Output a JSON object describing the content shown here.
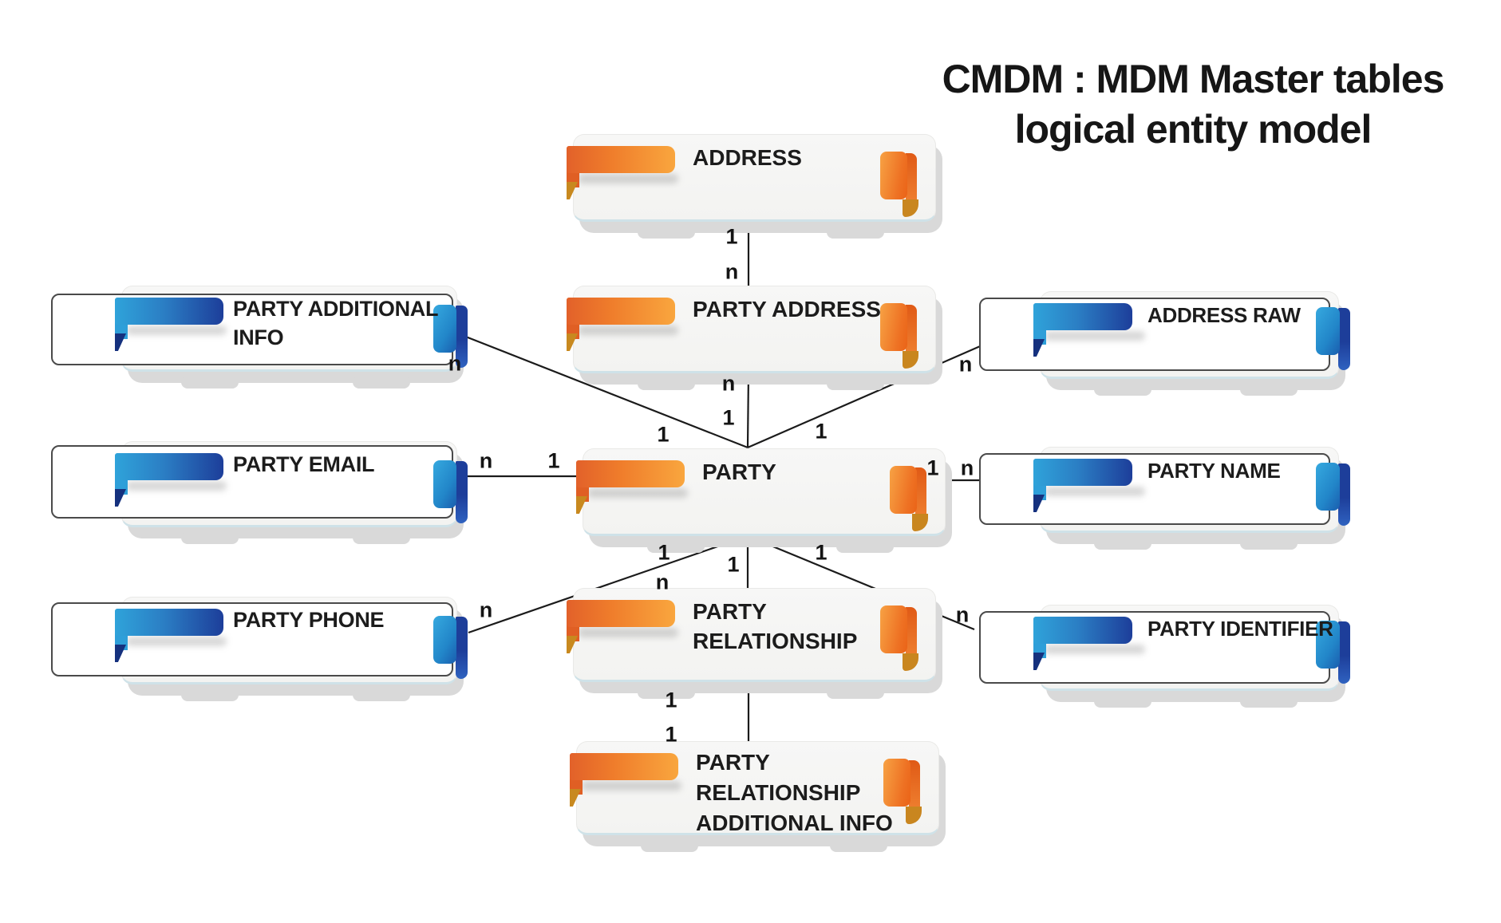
{
  "title": {
    "line1": "CMDM : MDM Master tables",
    "line2": "logical entity model"
  },
  "entities": {
    "address": {
      "label": "ADDRESS",
      "accent": "orange"
    },
    "party_address": {
      "label": "PARTY ADDRESS",
      "accent": "orange"
    },
    "party": {
      "label": "PARTY",
      "accent": "orange"
    },
    "party_relationship": {
      "label": "PARTY RELATIONSHIP",
      "accent": "orange"
    },
    "party_relationship_additional_info": {
      "label": "PARTY RELATIONSHIP ADDITIONAL INFO",
      "accent": "orange"
    },
    "party_additional_info": {
      "label": "PARTY ADDITIONAL INFO",
      "accent": "blue"
    },
    "party_email": {
      "label": "PARTY EMAIL",
      "accent": "blue"
    },
    "party_phone": {
      "label": "PARTY PHONE",
      "accent": "blue"
    },
    "address_raw": {
      "label": "ADDRESS RAW",
      "accent": "blue"
    },
    "party_name": {
      "label": "PARTY NAME",
      "accent": "blue"
    },
    "party_identifier": {
      "label": "PARTY IDENTIFIER",
      "accent": "blue"
    }
  },
  "connections": [
    {
      "from": "address",
      "to": "party_address",
      "from_card": "1",
      "to_card": "n"
    },
    {
      "from": "party_address",
      "to": "party",
      "from_card": "n",
      "to_card": "1"
    },
    {
      "from": "party_additional_info",
      "to": "party",
      "from_card": "n",
      "to_card": "1"
    },
    {
      "from": "address_raw",
      "to": "party",
      "from_card": "n",
      "to_card": "1"
    },
    {
      "from": "party_email",
      "to": "party",
      "from_card": "n",
      "to_card": "1"
    },
    {
      "from": "party",
      "to": "party_name",
      "from_card": "1",
      "to_card": "n"
    },
    {
      "from": "party",
      "to": "party_phone",
      "from_card": "1",
      "to_card": "n"
    },
    {
      "from": "party",
      "to": "party_relationship",
      "from_card": "1",
      "to_card": "n"
    },
    {
      "from": "party",
      "to": "party_identifier",
      "from_card": "1",
      "to_card": "n"
    },
    {
      "from": "party_relationship",
      "to": "party_relationship_additional_info",
      "from_card": "1",
      "to_card": "1"
    }
  ],
  "colors": {
    "orange_dark": "#e2612a",
    "orange_light": "#f9a63e",
    "orange_fold": "#c8891f",
    "blue_light": "#2fa3da",
    "blue_dark": "#1d3e9a",
    "card_fill": "#f5f5f4",
    "card_bottom_edge": "#cfe2e8",
    "shadow": "#d9d9d9",
    "line": "#1b1b1b",
    "text": "#161616"
  }
}
